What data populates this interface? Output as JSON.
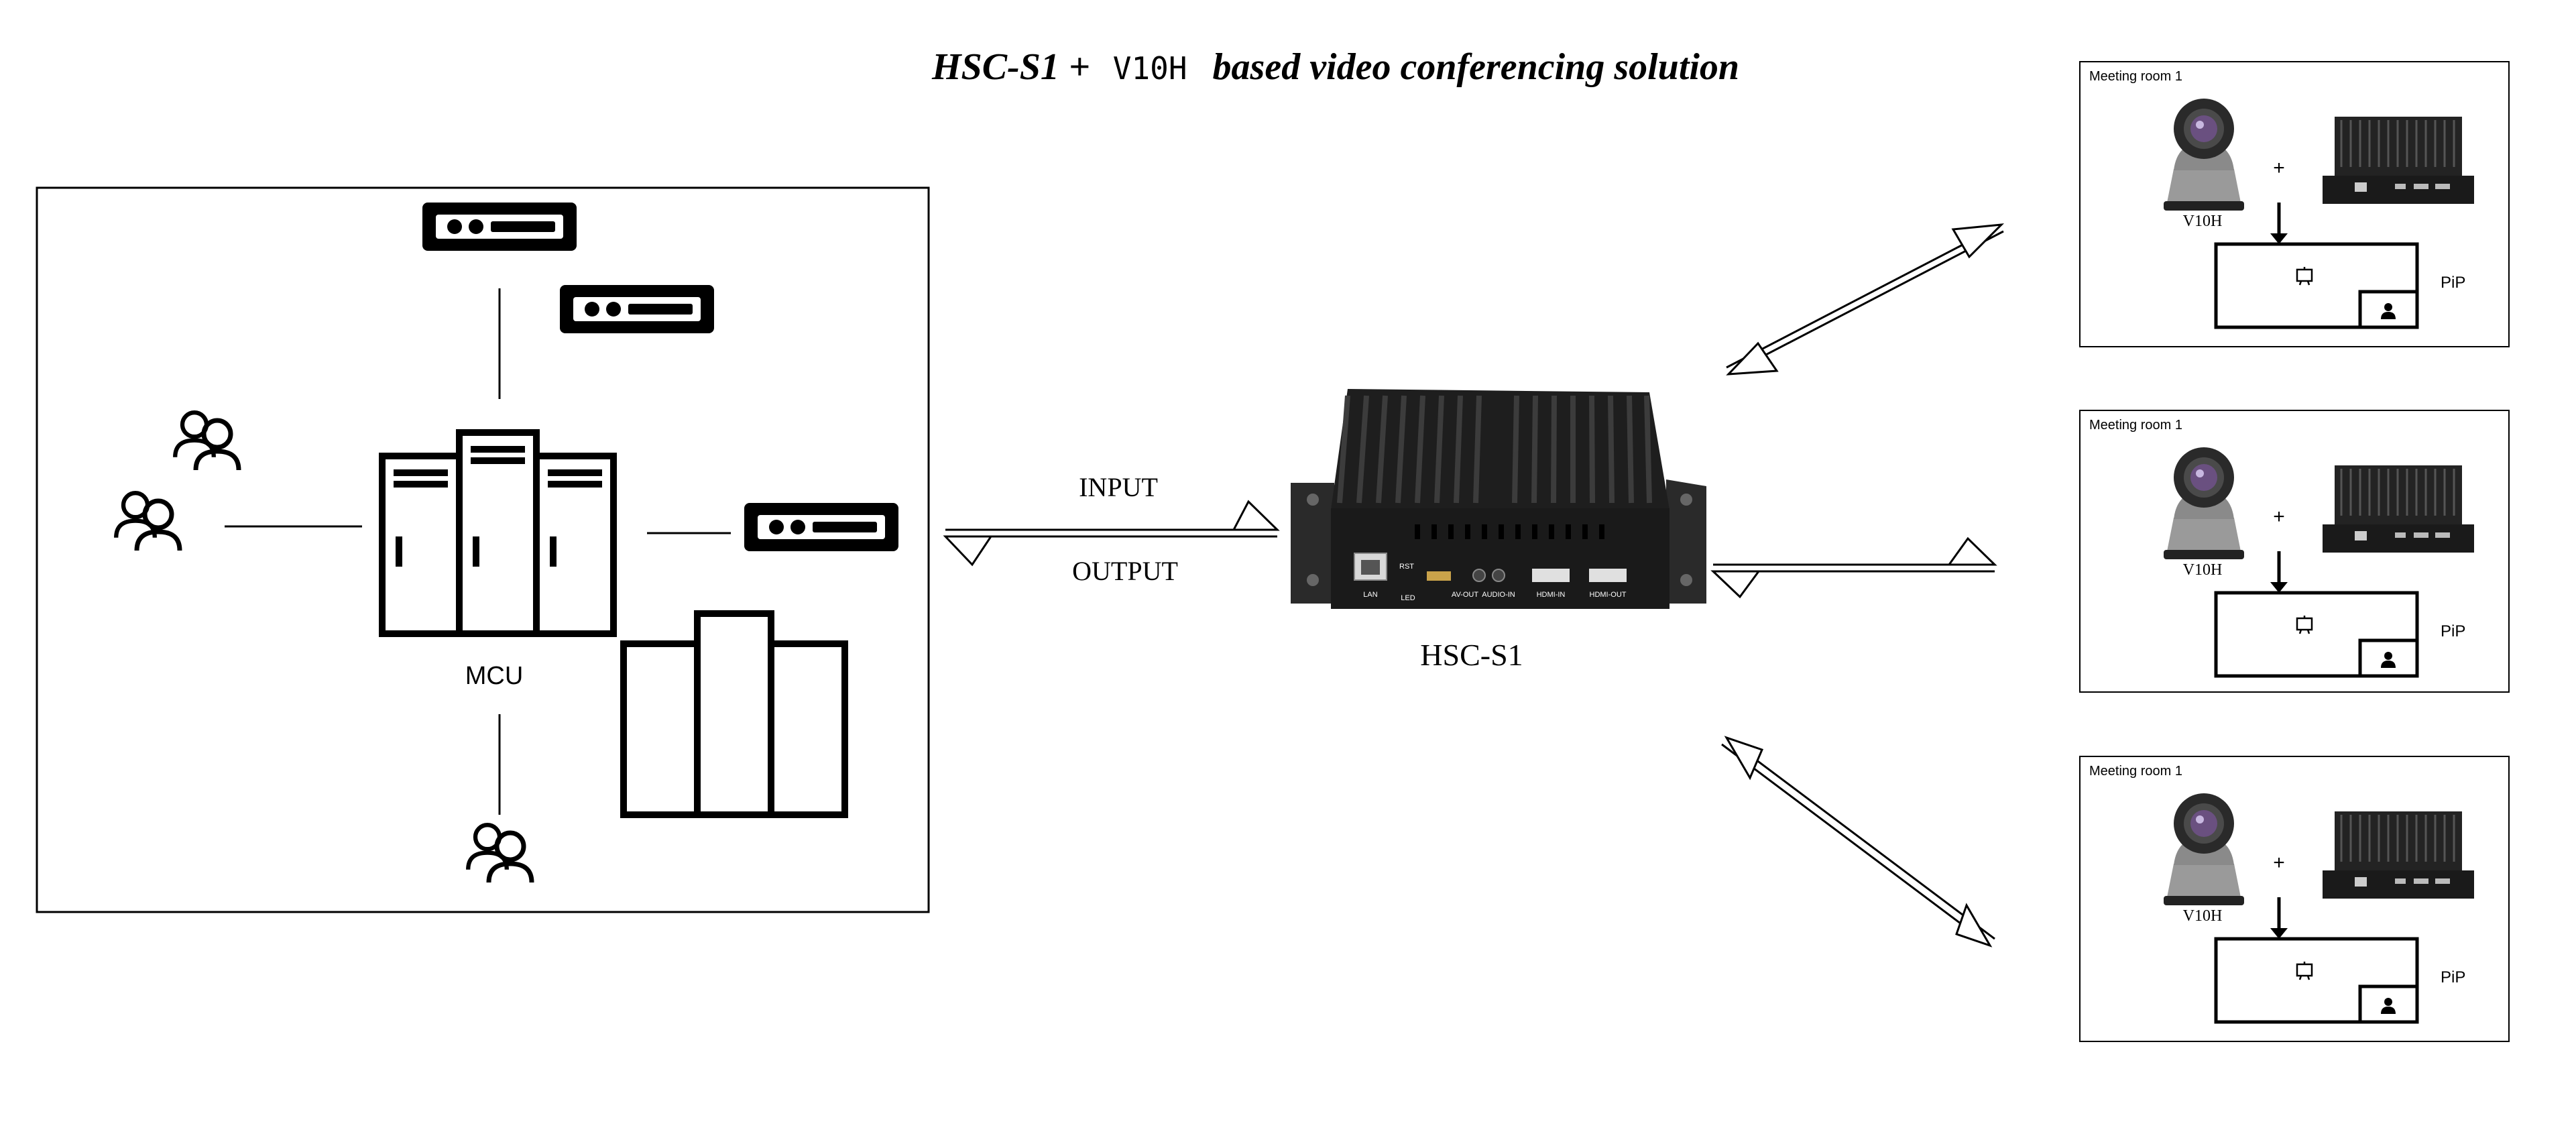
{
  "title": {
    "part1": "HSC-S1 +",
    "part2": "V10H",
    "part3": "based video conferencing solution"
  },
  "mcu_panel": {
    "label": "MCU"
  },
  "links": {
    "input_label": "INPUT",
    "output_label": "OUTPUT"
  },
  "device": {
    "name": "HSC-S1",
    "ports": [
      "LAN",
      "RST",
      "LED",
      "AV-OUT",
      "AUDIO-IN",
      "HDMI-IN",
      "HDMI-OUT"
    ]
  },
  "meeting_rooms": [
    {
      "title": "Meeting room 1",
      "camera_label": "V10H",
      "plus": "+",
      "pip_label": "PiP"
    },
    {
      "title": "Meeting room 1",
      "camera_label": "V10H",
      "plus": "+",
      "pip_label": "PiP"
    },
    {
      "title": "Meeting room 1",
      "camera_label": "V10H",
      "plus": "+",
      "pip_label": "PiP"
    }
  ],
  "colors": {
    "line": "#000000",
    "background": "#ffffff",
    "device_body": "#1e1e1e",
    "camera_body": "#8a8a8a"
  }
}
